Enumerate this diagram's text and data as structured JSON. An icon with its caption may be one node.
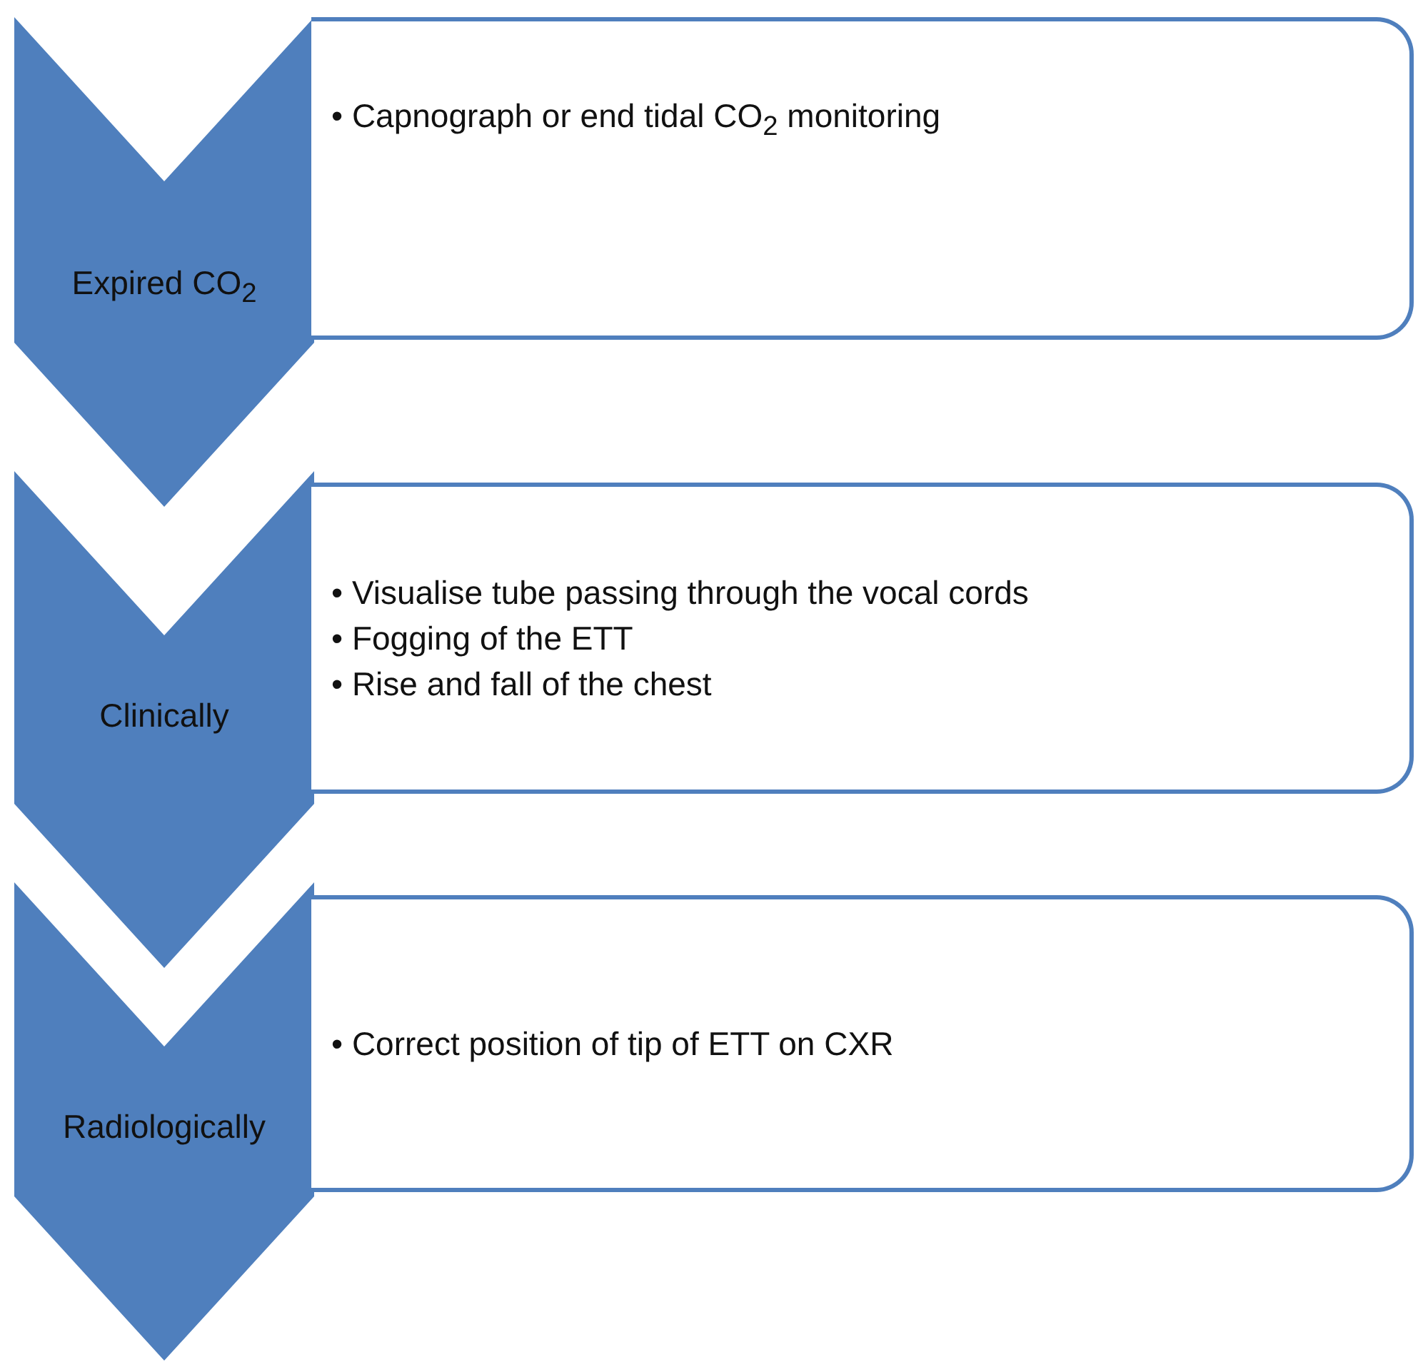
{
  "diagram": {
    "nodes": [
      {
        "text": [
          "Expired CO$_{2}$"
        ]
      },
      {
        "text": [
          "• Capnograph or end tidal CO$_{2}$ monitoring"
        ]
      },
      {
        "text": [
          "Clinically"
        ]
      },
      {
        "text": [
          "• Visualise tube passing through the vocal cords",
          "• Fogging of the ETT",
          "• Rise and fall of the chest"
        ]
      },
      {
        "text": [
          "Radiologically"
        ]
      },
      {
        "text": [
          "• Correct position of tip of ETT on CXR"
        ]
      }
    ]
  }
}
